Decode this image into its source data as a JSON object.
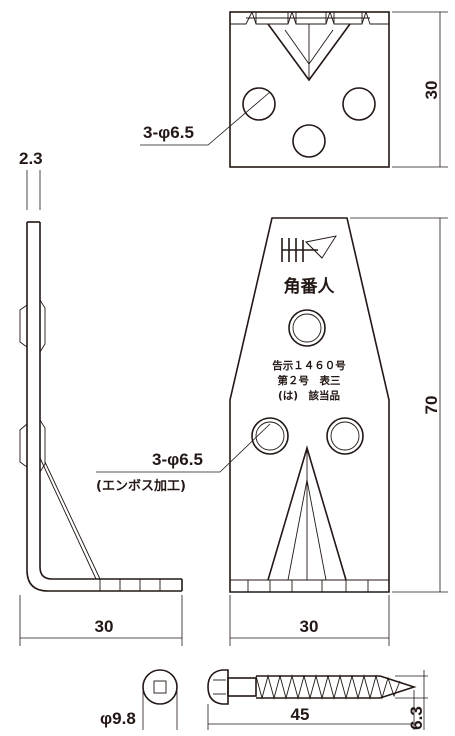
{
  "top_view": {
    "height_dim": "30",
    "hole_label": "3-φ6.5"
  },
  "side_view": {
    "thickness_dim": "2.3",
    "width_dim": "30"
  },
  "front_view": {
    "brand": "角番人",
    "cert_line1": "告示１４６０号",
    "cert_line2": "第２号　表三",
    "cert_line3": "(は)　該当品",
    "hole_label": "3-φ6.5",
    "hole_note": "(エンボス加工)",
    "height_dim": "70",
    "width_dim": "30"
  },
  "screw": {
    "head_dia": "φ9.8",
    "length": "45",
    "shank_dia": "6.3"
  }
}
